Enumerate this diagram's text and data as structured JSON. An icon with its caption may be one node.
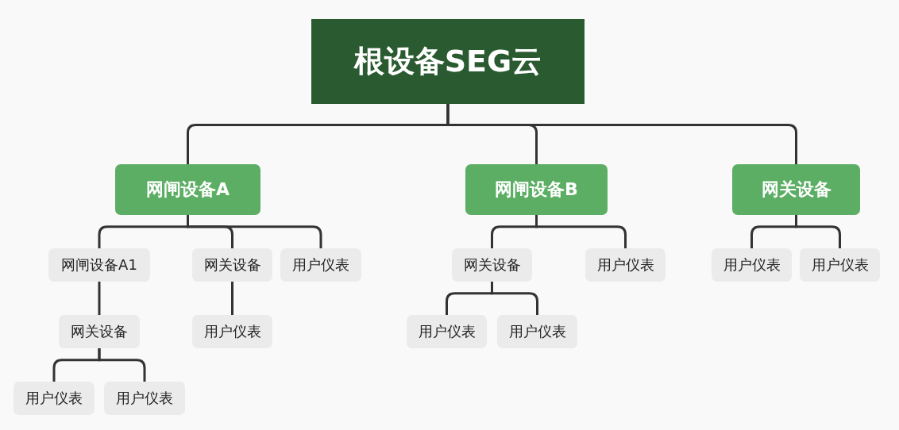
{
  "diagram": {
    "nodes": [
      {
        "text": [
          "根设备SEG云"
        ]
      },
      {
        "text": [
          "网闸设备A"
        ]
      },
      {
        "text": [
          "网闸设备B"
        ]
      },
      {
        "text": [
          "网关设备"
        ]
      },
      {
        "text": [
          "网闸设备A1"
        ]
      },
      {
        "text": [
          "网关设备"
        ]
      },
      {
        "text": [
          "用户仪表"
        ]
      },
      {
        "text": [
          "网关设备"
        ]
      },
      {
        "text": [
          "用户仪表"
        ]
      },
      {
        "text": [
          "用户仪表"
        ]
      },
      {
        "text": [
          "用户仪表"
        ]
      },
      {
        "text": [
          "网关设备"
        ]
      },
      {
        "text": [
          "用户仪表"
        ]
      },
      {
        "text": [
          "用户仪表"
        ]
      },
      {
        "text": [
          "用户仪表"
        ]
      },
      {
        "text": [
          "用户仪表"
        ]
      },
      {
        "text": [
          "用户仪表"
        ]
      }
    ],
    "edges": [
      {
        "from": 0,
        "to": 1,
        "arrow": "none"
      },
      {
        "from": 0,
        "to": 2,
        "arrow": "none"
      },
      {
        "from": 0,
        "to": 3,
        "arrow": "none"
      },
      {
        "from": 1,
        "to": 4,
        "arrow": "none"
      },
      {
        "from": 1,
        "to": 5,
        "arrow": "none"
      },
      {
        "from": 1,
        "to": 6,
        "arrow": "none"
      },
      {
        "from": 4,
        "to": 7,
        "arrow": "none"
      },
      {
        "from": 5,
        "to": 8,
        "arrow": "none"
      },
      {
        "from": 7,
        "to": 9,
        "arrow": "none"
      },
      {
        "from": 7,
        "to": 10,
        "arrow": "none"
      },
      {
        "from": 2,
        "to": 11,
        "arrow": "none"
      },
      {
        "from": 2,
        "to": 12,
        "arrow": "none"
      },
      {
        "from": 11,
        "to": 13,
        "arrow": "none"
      },
      {
        "from": 11,
        "to": 14,
        "arrow": "none"
      },
      {
        "from": 3,
        "to": 15,
        "arrow": "none"
      },
      {
        "from": 3,
        "to": 16,
        "arrow": "none"
      }
    ]
  }
}
